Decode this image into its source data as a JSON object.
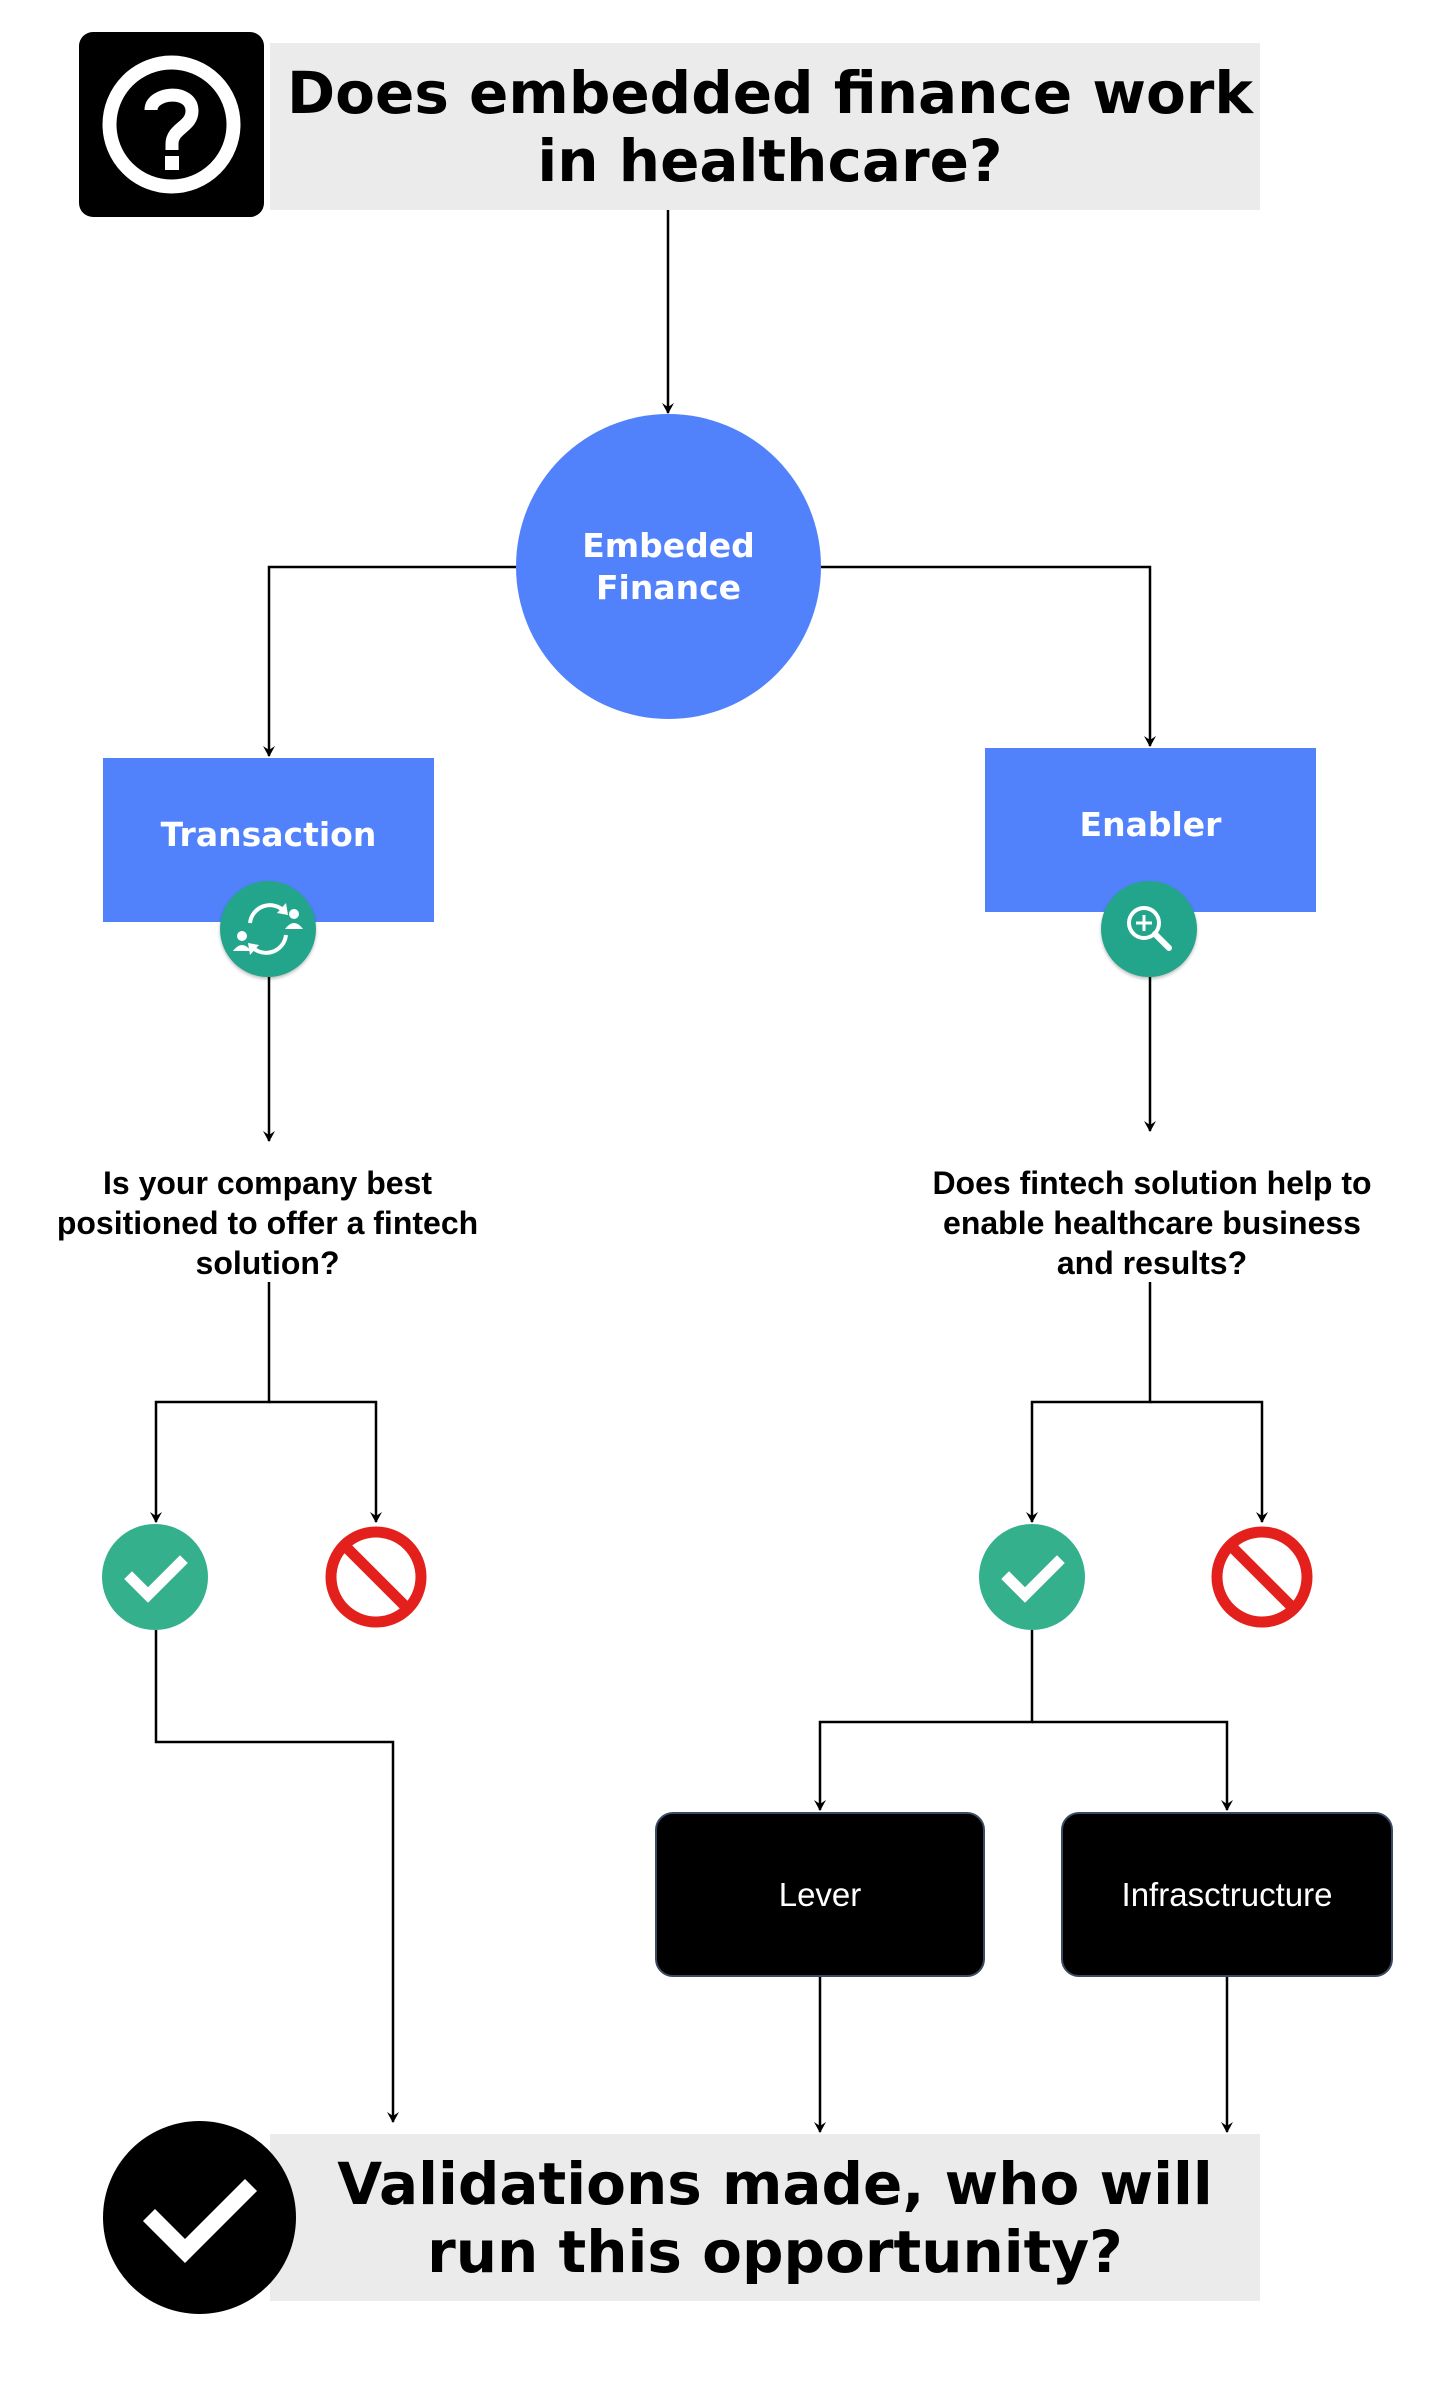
{
  "header": {
    "question_icon": "question-circle-icon",
    "title": "Does embedded finance work in healthcare?"
  },
  "hub": {
    "label": "Embeded Finance",
    "color": "#5282fb"
  },
  "branches": {
    "transaction": {
      "label": "Transaction",
      "icon": "exchange-people-icon",
      "question": "Is your company best positioned to offer a fintech solution?",
      "yes_icon": "check-circle-icon",
      "no_icon": "prohibited-icon"
    },
    "enabler": {
      "label": "Enabler",
      "icon": "zoom-in-magnifier-icon",
      "question": "Does fintech solution help to enable healthcare business and results?",
      "yes_icon": "check-circle-icon",
      "no_icon": "prohibited-icon",
      "outcomes": [
        "Lever",
        "Infrasctructure"
      ]
    }
  },
  "footer": {
    "check_icon": "check-mark-icon",
    "title": "Validations made, who will run this opportunity?"
  },
  "colors": {
    "box_blue": "#5282fb",
    "teal": "#23a58c",
    "yes_green": "#34b08d",
    "no_red": "#e3201b",
    "title_band": "#ebebeb",
    "connector": "#000000"
  }
}
